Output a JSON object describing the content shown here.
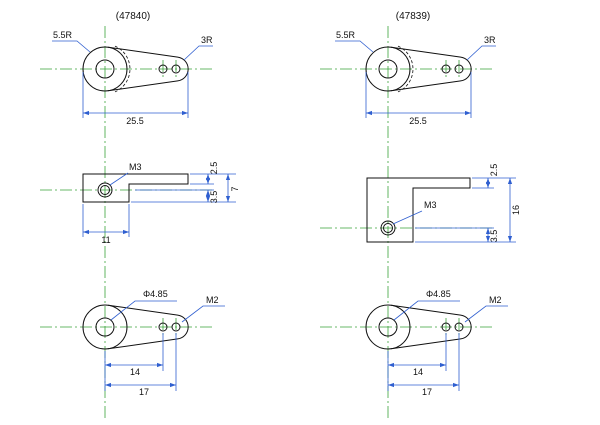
{
  "drawings": [
    {
      "part_number": "(47840)",
      "top_view": {
        "large_radius": "5.5R",
        "small_radius": "3R",
        "overall_length": "25.5"
      },
      "side_view": {
        "thread": "M3",
        "arm_thickness": "2.5",
        "height": "7",
        "hole_offset": "3.5",
        "width": "11"
      },
      "bottom_view": {
        "bore": "Φ4.85",
        "thread": "M2",
        "hole_1": "14",
        "hole_2": "17"
      }
    },
    {
      "part_number": "(47839)",
      "top_view": {
        "large_radius": "5.5R",
        "small_radius": "3R",
        "overall_length": "25.5"
      },
      "side_view": {
        "thread": "M3",
        "arm_thickness": "2.5",
        "height": "16",
        "hole_offset": "3.5"
      },
      "bottom_view": {
        "bore": "Φ4.85",
        "thread": "M2",
        "hole_1": "14",
        "hole_2": "17"
      }
    }
  ],
  "colors": {
    "outline": "#111111",
    "centerline": "#3aa33a",
    "dimension": "#2f5fd0",
    "text": "#111111"
  }
}
